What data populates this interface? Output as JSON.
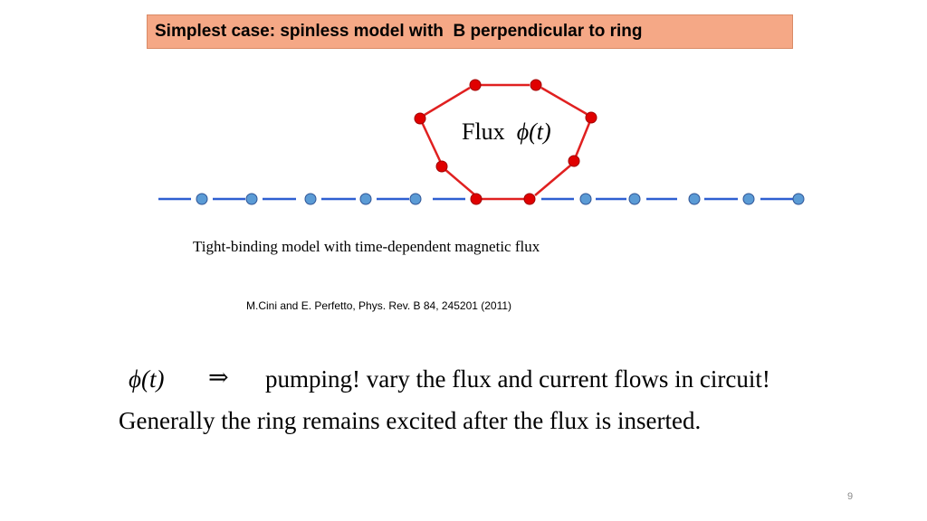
{
  "slide": {
    "title": "Simplest case: spinless model with  B perpendicular to ring",
    "flux_word": "Flux",
    "flux_symbol": "ϕ(t)",
    "caption": "Tight-binding model with time-dependent magnetic flux",
    "reference": "M.Cini and E. Perfetto, Phys. Rev. B 84, 245201 (2011)",
    "line1_symbol": "ϕ(t)",
    "line1_arrow": "⇒",
    "line1_text": "pumping! vary the flux and current flows in circuit!",
    "line2_text": "Generally the ring remains excited after the flux is inserted.",
    "page_number": "9"
  },
  "colors": {
    "title_bg": "#f5a886",
    "chain": "#2e5fd1",
    "chain_site": "#5b9bd5",
    "ring": "#e02020",
    "ring_site": "#e00000"
  }
}
